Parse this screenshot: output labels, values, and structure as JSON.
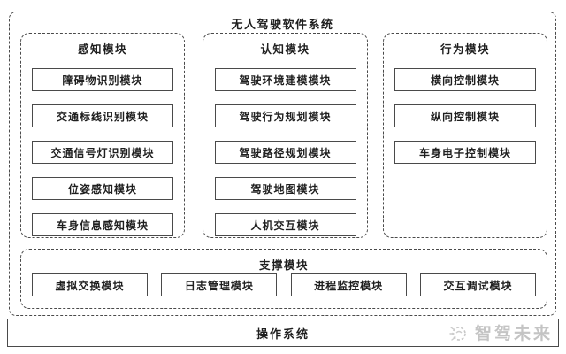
{
  "diagram": {
    "title": "无人驾驶软件系统",
    "columns": [
      {
        "header": "感知模块",
        "items": [
          "障碍物识别模块",
          "交通标线识别模块",
          "交通信号灯识别模块",
          "位姿感知模块",
          "车身信息感知模块"
        ]
      },
      {
        "header": "认知模块",
        "items": [
          "驾驶环境建模模块",
          "驾驶行为规划模块",
          "驾驶路径规划模块",
          "驾驶地图模块",
          "人机交互模块"
        ]
      },
      {
        "header": "行为模块",
        "items": [
          "横向控制模块",
          "纵向控制模块",
          "车身电子控制模块"
        ]
      }
    ],
    "support": {
      "header": "支撑模块",
      "items": [
        "虚拟交换模块",
        "日志管理模块",
        "进程监控模块",
        "交互调试模块"
      ]
    },
    "os_label": "操作系统",
    "watermark": {
      "text": "智驾未来"
    },
    "colors": {
      "line": "#4a4a4a",
      "text": "#1f1f1f",
      "background": "#ffffff",
      "watermark": "#c4c4c4"
    }
  }
}
